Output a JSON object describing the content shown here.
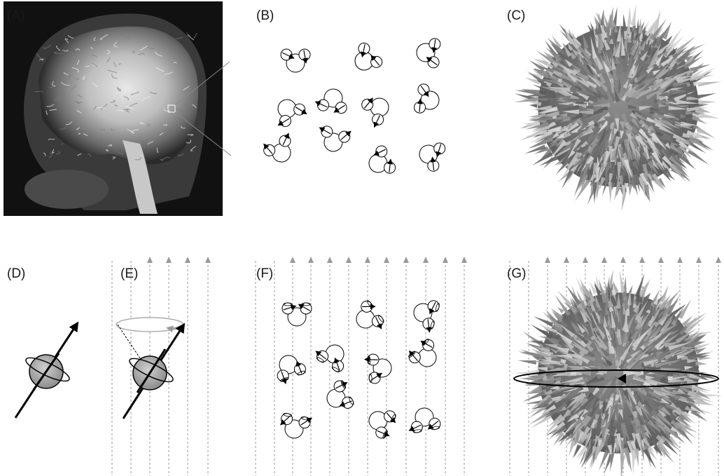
{
  "figure": {
    "panels": [
      {
        "id": "A",
        "label": "(A)",
        "content": "sagittal MRI brain image"
      },
      {
        "id": "B",
        "label": "(B)",
        "content": "water molecules with random spin directions"
      },
      {
        "id": "C",
        "label": "(C)",
        "content": "sphere of randomly oriented spin vectors"
      },
      {
        "id": "D",
        "label": "(D)",
        "content": "single spinning proton with magnetic moment"
      },
      {
        "id": "E",
        "label": "(E)",
        "content": "proton precessing in external field"
      },
      {
        "id": "F",
        "label": "(F)",
        "content": "water molecules in external field"
      },
      {
        "id": "G",
        "label": "(G)",
        "content": "spin ensemble precessing in external field"
      }
    ]
  },
  "colors": {
    "sphere_gray": "#b4b4b4",
    "field_line": "#9a9a9a",
    "field_arrow": "#999999",
    "spike_light": "#c8c8c8",
    "spike_dark": "#5a5a5a"
  }
}
